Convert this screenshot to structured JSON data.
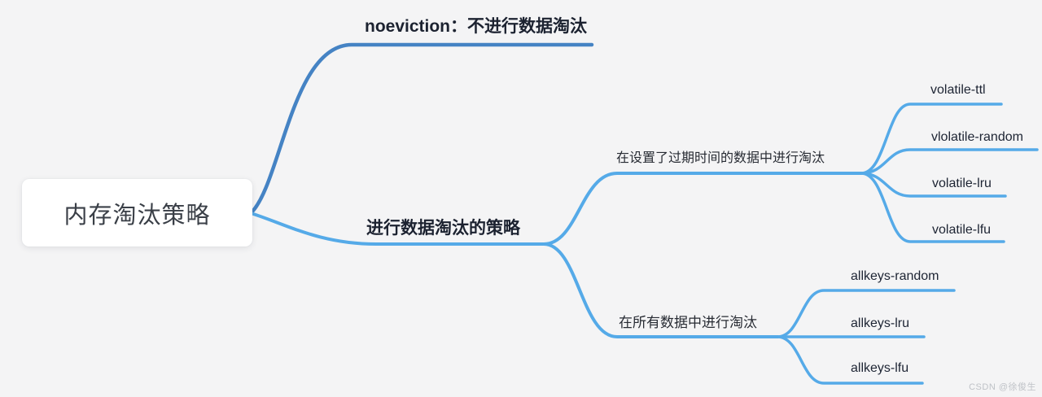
{
  "colors": {
    "background": "#f4f4f5",
    "branch_dark": "#4583c4",
    "branch_light": "#55aae8",
    "root_text": "#3a3f47",
    "node_text": "#1d2433",
    "watermark": "#bfc2c7"
  },
  "root": {
    "label": "内存淘汰策略"
  },
  "branches": [
    {
      "label": "noeviction：不进行数据淘汰"
    },
    {
      "label": "进行数据淘汰的策略",
      "children": [
        {
          "label": "在设置了过期时间的数据中进行淘汰",
          "children": [
            {
              "label": "volatile-ttl"
            },
            {
              "label": "vlolatile-random"
            },
            {
              "label": "volatile-lru"
            },
            {
              "label": "volatile-lfu"
            }
          ]
        },
        {
          "label": "在所有数据中进行淘汰",
          "children": [
            {
              "label": "allkeys-random"
            },
            {
              "label": "allkeys-lru"
            },
            {
              "label": "allkeys-lfu"
            }
          ]
        }
      ]
    }
  ],
  "watermark": {
    "text": "CSDN @徐俊生"
  }
}
